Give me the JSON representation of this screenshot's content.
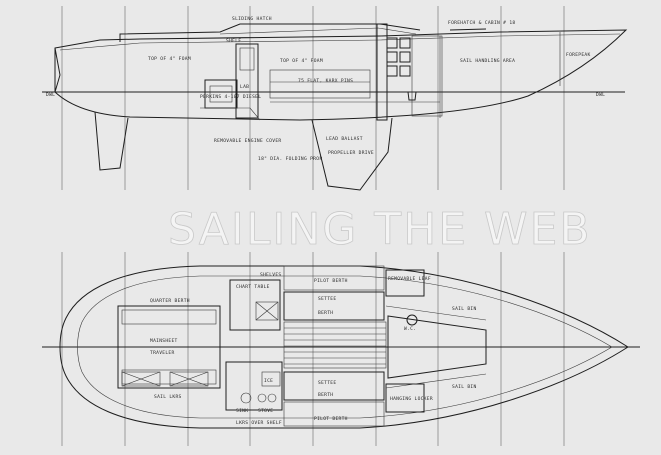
{
  "watermark": "SAILING THE WEB",
  "profile": {
    "labels": {
      "slide_hatch": "SLIDING HATCH",
      "shelf": "SHELF",
      "foredeck_hatch": "FOREHATCH & CABIN # 18",
      "sail_handling_area": "SAIL HANDLING AREA",
      "forepeak": "FOREPEAK",
      "top_of_foam_aft": "TOP OF 4\" FOAM",
      "top_of_foam_fwd": "TOP OF 4\" FOAM",
      "engine": "PERKINS 4-107 DIESEL",
      "lab": "LAB",
      "flat_karx": "75 FLAT, KARX PINS",
      "removable_cover": "REMOVABLE ENGINE COVER",
      "dwl_aft": "DWL",
      "dwl_fwd": "DWL",
      "prop": "18\" DIA. FOLDING PROP",
      "keel_note": "LEAD BALLAST",
      "propeller_drive": "PROPELLER DRIVE"
    }
  },
  "plan": {
    "labels": {
      "shelves": "SHELVES",
      "pilot_berth_top": "PILOT BERTH",
      "removable_leaf": "REMOVABLE LEAF",
      "quarter_berth": "QUARTER BERTH",
      "chart_table": "CHART TABLE",
      "settee_top": "SETTEE",
      "berth_top": "BERTH",
      "sail_bin_top": "SAIL BIN",
      "mainsheet": "MAINSHEET",
      "traveler": "TRAVELER",
      "settee_bottom": "SETTEE",
      "berth_bottom": "BERTH",
      "hanging_locker": "HANGING LOCKER",
      "sail_bin_bottom": "SAIL BIN",
      "sail_lkrs": "SAIL LKRS",
      "ice": "ICE",
      "sink": "SINK",
      "stove": "STOVE",
      "lkrs_over_shelf": "LKRS OVER SHELF",
      "pilot_berth_bottom": "PILOT BERTH",
      "wc": "W.C."
    }
  },
  "colors": {
    "paper": "#e9e9e9",
    "ink": "#1e1e1e",
    "watermark_fill": "#f4f4f4"
  }
}
